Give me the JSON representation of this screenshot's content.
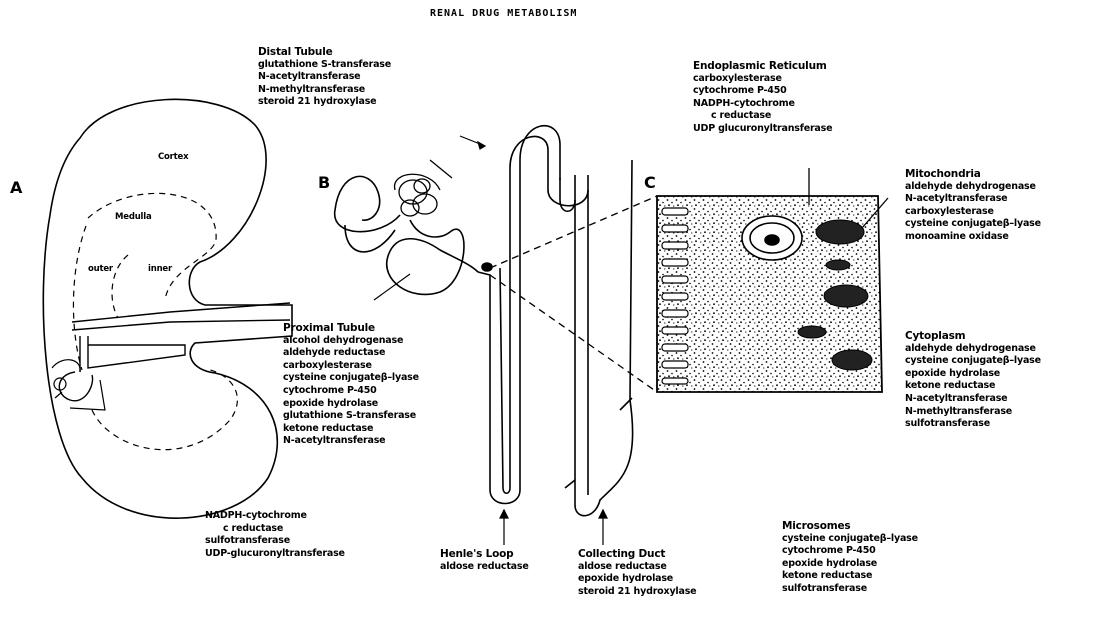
{
  "title": "RENAL DRUG METABOLISM",
  "panels": {
    "a": "A",
    "b": "B",
    "c": "C"
  },
  "kidney": {
    "cortex": "Cortex",
    "medulla": "Medulla",
    "outer": "outer",
    "inner": "inner"
  },
  "distal_tubule": {
    "heading": "Distal Tubule",
    "enzymes": [
      "glutathione S-transferase",
      "N-acetyltransferase",
      "N-methyltransferase",
      "steroid 21 hydroxylase"
    ]
  },
  "endoplasmic_reticulum": {
    "heading": "Endoplasmic Reticulum",
    "enzymes": [
      "carboxylesterase",
      "cytochrome P-450",
      "NADPH-cytochrome",
      "c reductase",
      "UDP glucuronyltransferase"
    ]
  },
  "mitochondria": {
    "heading": "Mitochondria",
    "enzymes": [
      "aldehyde dehydrogenase",
      "N-acetyltransferase",
      "carboxylesterase",
      "cysteine conjugateβ–lyase",
      "monoamine oxidase"
    ]
  },
  "proximal_tubule": {
    "heading": "Proximal Tubule",
    "enzymes": [
      "alcohol dehydrogenase",
      "aldehyde reductase",
      "carboxylesterase",
      "cysteine conjugateβ–lyase",
      "cytochrome P-450",
      "epoxide hydrolase",
      "glutathione S-transferase",
      "ketone reductase",
      "N-acetyltransferase",
      "NADPH-cytochrome",
      "c reductase",
      "sulfotransferase",
      "UDP-glucuronyltransferase"
    ]
  },
  "cytoplasm": {
    "heading": "Cytoplasm",
    "enzymes": [
      "aldehyde dehydrogenase",
      "cysteine conjugateβ–lyase",
      "epoxide hydrolase",
      "ketone reductase",
      "N-acetyltransferase",
      "N-methyltransferase",
      "sulfotransferase"
    ]
  },
  "microsomes": {
    "heading": "Microsomes",
    "enzymes": [
      "cysteine conjugateβ–lyase",
      "cytochrome P-450",
      "epoxide hydrolase",
      "ketone reductase",
      "sulfotransferase"
    ]
  },
  "henles_loop": {
    "heading": "Henle's Loop",
    "enzymes": [
      "aldose reductase"
    ]
  },
  "collecting_duct": {
    "heading": "Collecting Duct",
    "enzymes": [
      "aldose reductase",
      "epoxide hydrolase",
      "steroid 21 hydroxylase"
    ]
  }
}
